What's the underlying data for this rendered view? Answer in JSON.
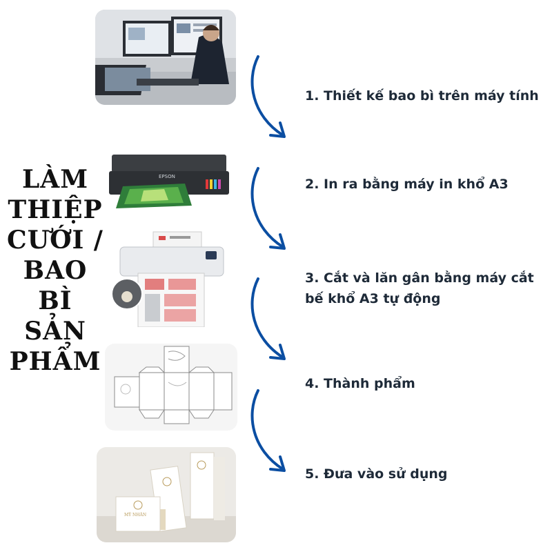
{
  "title_lines": [
    "LÀM",
    "THIỆP",
    "CƯỚI /",
    "BAO",
    "BÌ",
    "SẢN",
    "PHẨM"
  ],
  "steps": [
    {
      "text": "1. Thiết kế bao bì trên máy tính",
      "image": "designer-computer"
    },
    {
      "text": "2. In ra bằng máy in khổ A3",
      "image": "epson-printer"
    },
    {
      "text": "3. Cắt và lăn gân bằng máy cắt bế khổ A3 tự động",
      "image": "cutting-machine"
    },
    {
      "text": "4. Thành phẩm",
      "image": "box-dieline"
    },
    {
      "text": "5. Đưa vào sử dụng",
      "image": "finished-boxes"
    }
  ],
  "printer_brand": "EPSON",
  "box_label": "MỸ NHÂN",
  "colors": {
    "arrow": "#0b4ea2",
    "text": "#1e2a38",
    "title": "#111111"
  },
  "icons": [
    "curved-arrow-icon"
  ]
}
